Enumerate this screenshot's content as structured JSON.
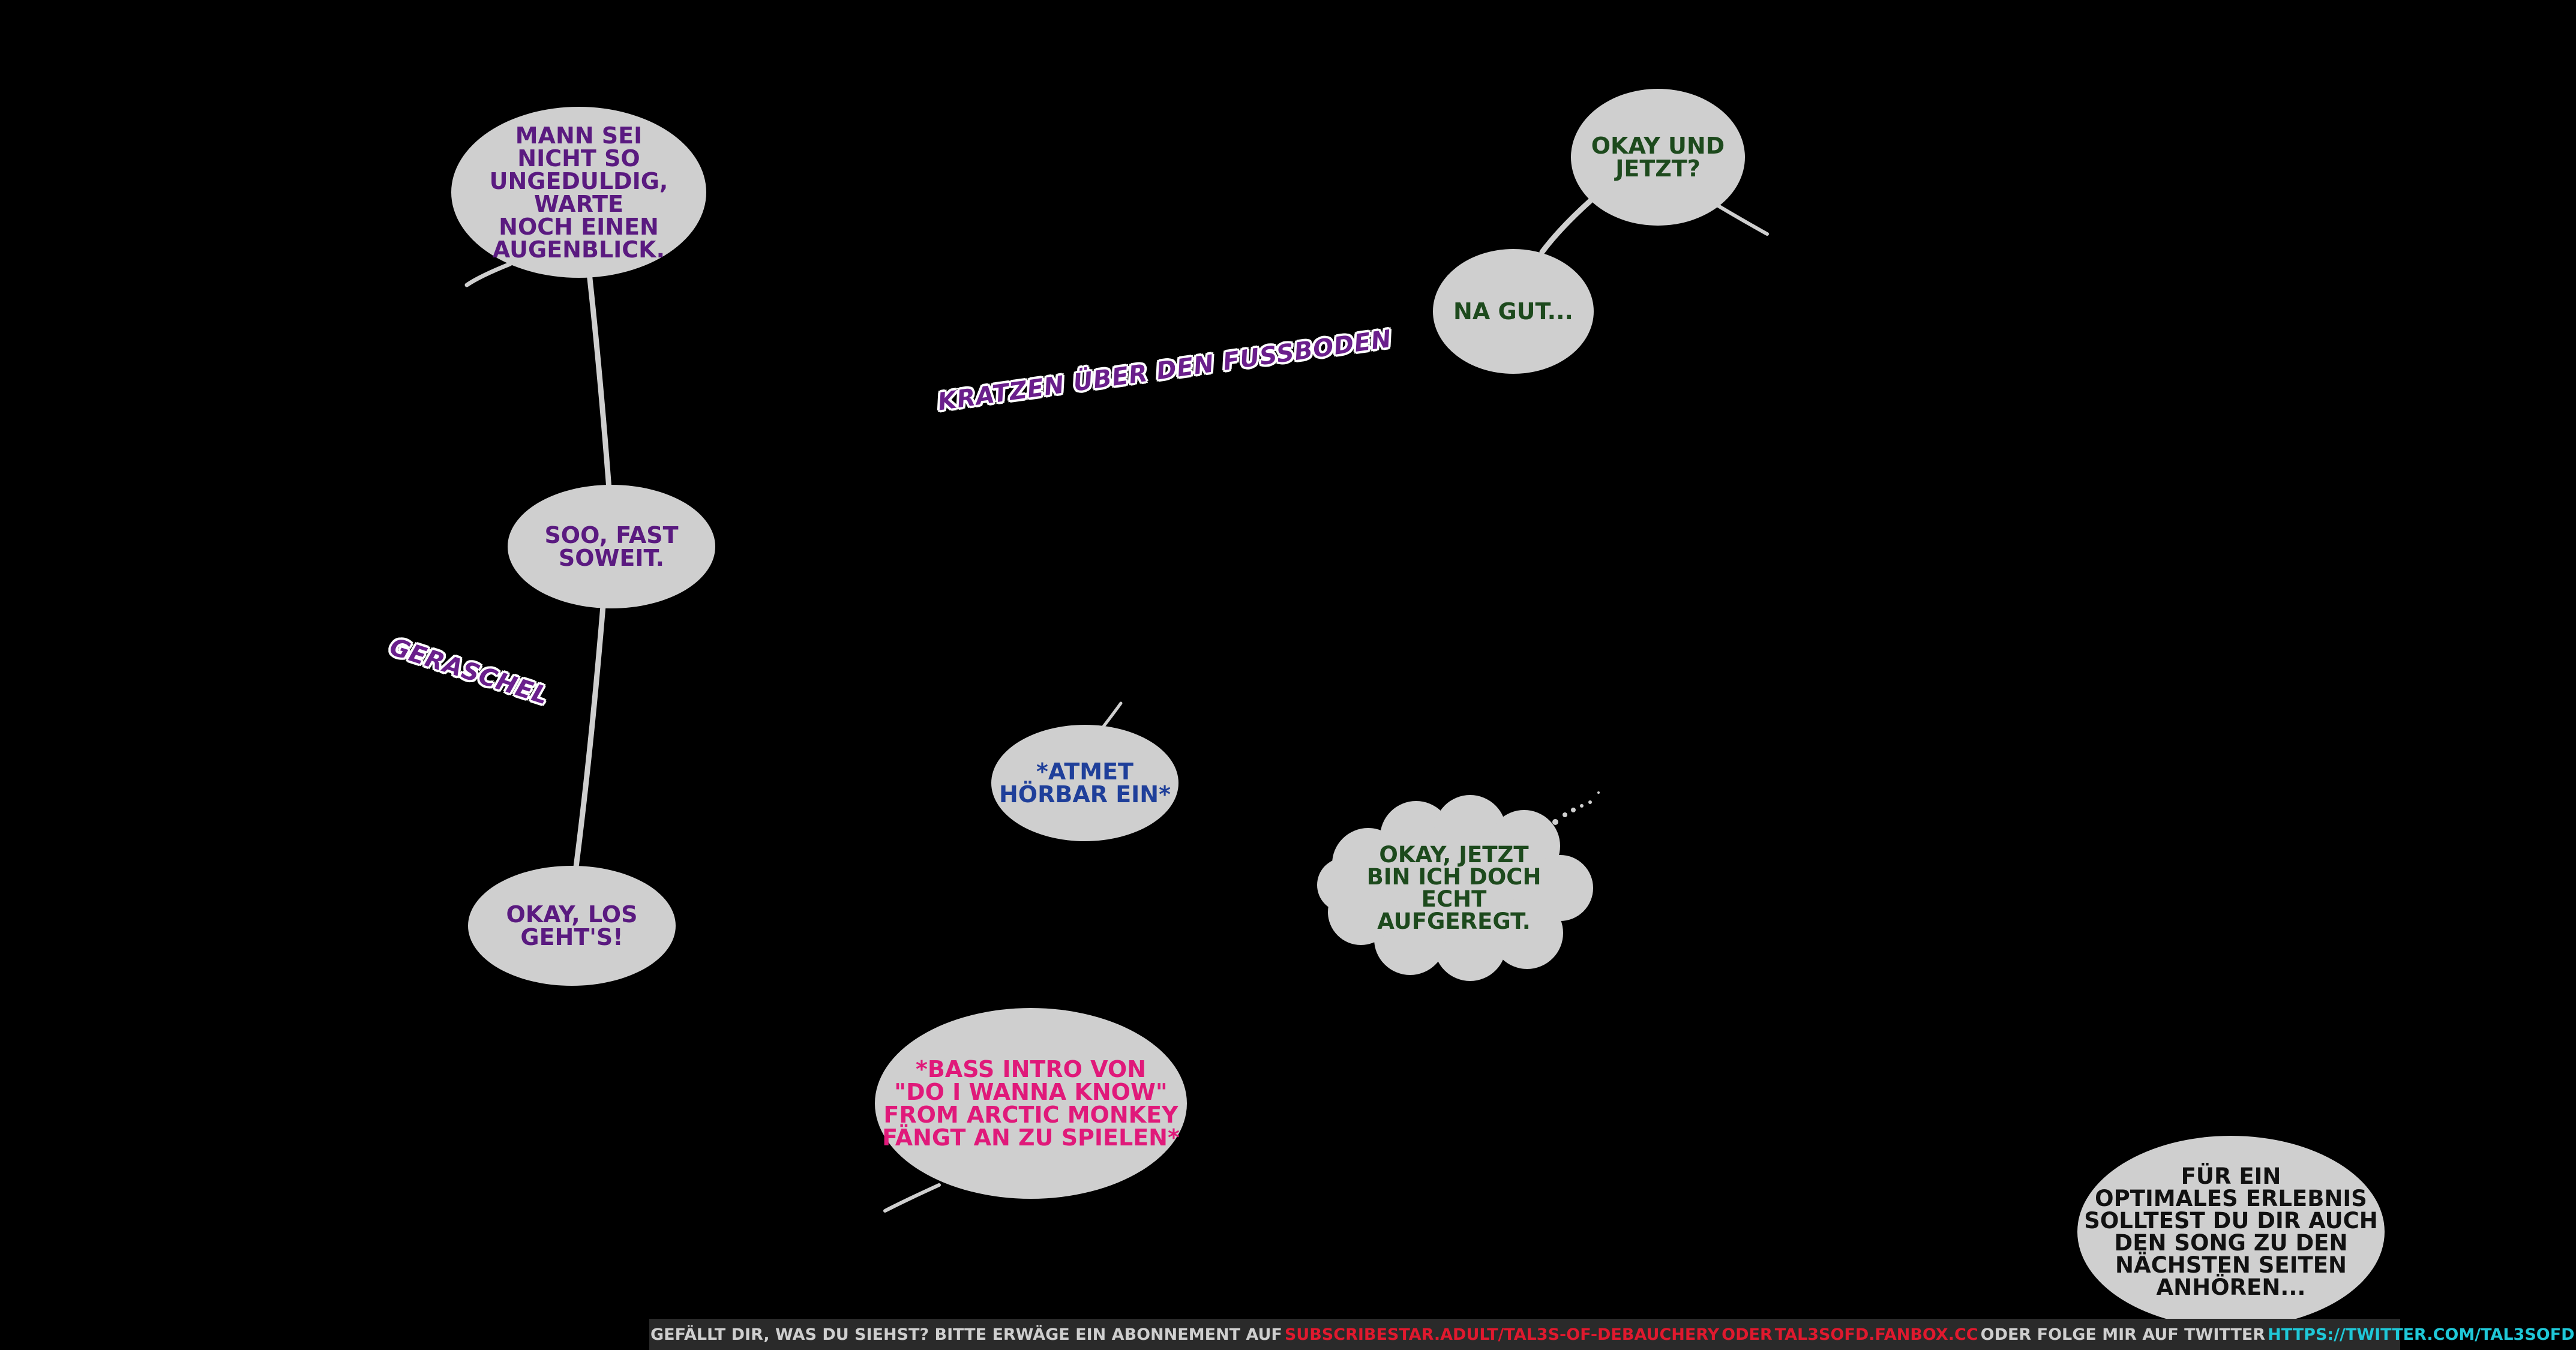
{
  "bubbles": {
    "b1": "Mann sei\nnicht so\nungeduldig, warte\nnoch einen\nAugenblick.",
    "b2": "Soo, fast\nsoweit.",
    "b3": "Okay, los\ngeht's!",
    "b4": "Okay und\njetzt?",
    "b5": "Na gut...",
    "b6": "*atmet\nhörbar ein*",
    "b7": "Okay, jetzt\nbin ich doch echt\naufgeregt.",
    "b8": "*Bass Intro von\n\"Do I wanna know\"\nfrom Arctic Monkey\nfängt an zu spielen*",
    "b9": "Für ein\noptimales Erlebnis\nsolltest du dir auch\nden Song zu den\nnächsten Seiten\nanhören..."
  },
  "sfx": {
    "scratch": "Kratzen über den Fußboden",
    "rustle": "Geraschel"
  },
  "footer": {
    "part1": "Gefällt dir, was du siehst? Bitte erwäge ein Abonnement auf",
    "link1": "subscribestar.adult/tal3s-of-debauchery",
    "part2": "oder",
    "link2": "tal3sofd.fanbox.cc",
    "part3": "oder folge mir auf twitter",
    "link3": "https://twitter.com/tal3sofd"
  },
  "colors": {
    "background": "#000000",
    "bubble_fill": "#cfcfcf",
    "purple_text": "#5a1a80",
    "green_text": "#1d4a1d",
    "blue_text": "#1f3f9a",
    "pink_text": "#e0197a",
    "black_text": "#111111",
    "footer_link_red": "#e0192e",
    "footer_link_cyan": "#1fc8d8"
  }
}
